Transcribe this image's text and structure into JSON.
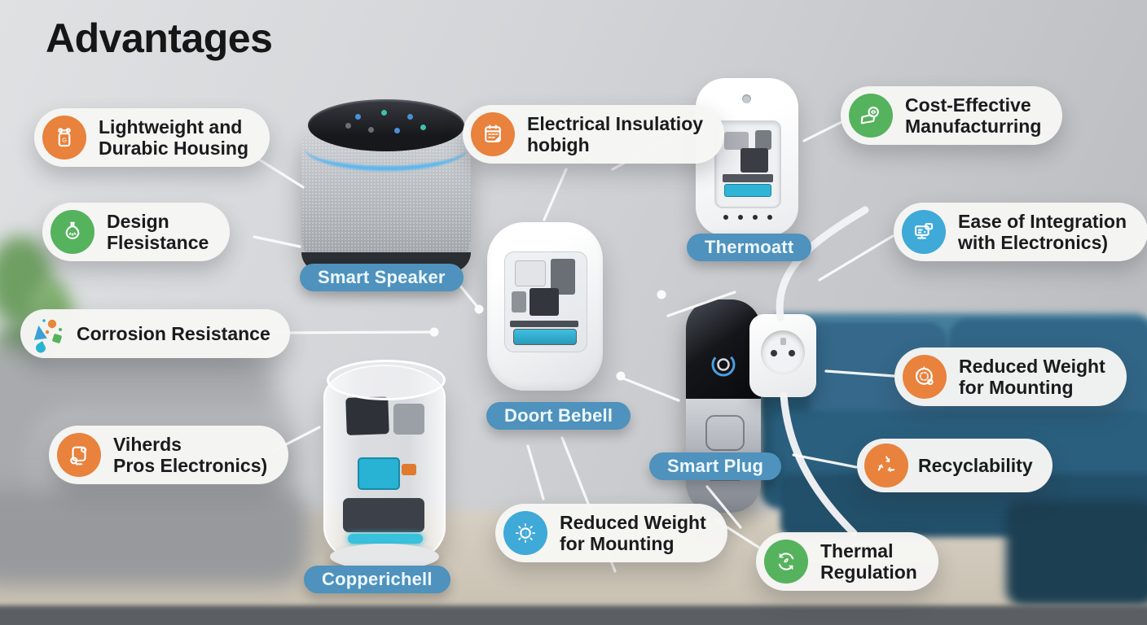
{
  "title": "Advantages",
  "colors": {
    "orange": "#E8823C",
    "green": "#55B25D",
    "blue": "#3FA9D8",
    "device_label_blue": "#4E92BD",
    "pill_background": "#F6F6F4",
    "text_dark": "#1A1B1D",
    "connector_white": "#FBFBFB"
  },
  "advantage_labels": [
    {
      "id": "lightweight",
      "line1": "Lightweight and",
      "line2": "Durabic Housing",
      "icon": "weight-icon",
      "color": "#E8823C"
    },
    {
      "id": "design",
      "line1": "Design",
      "line2": "Flesistance",
      "icon": "flask-icon",
      "color": "#55B25D"
    },
    {
      "id": "corrosion",
      "line1": "Corrosion Resistance",
      "icon": "splash-icon",
      "color": "multicolor"
    },
    {
      "id": "viherds",
      "line1": "Viherds",
      "line2": "Pros Electronics)",
      "icon": "circuit-board-icon",
      "color": "#E8823C"
    },
    {
      "id": "insulation",
      "line1": "Electrical Insulatioy",
      "line2": "hobigh",
      "icon": "checklist-icon",
      "color": "#E8823C"
    },
    {
      "id": "cost",
      "line1": "Cost-Effective",
      "line2": "Manufacturring",
      "icon": "coin-hand-icon",
      "color": "#55B25D"
    },
    {
      "id": "integration",
      "line1": "Ease of Integration",
      "line2": "with Electronics)",
      "icon": "monitor-chip-icon",
      "color": "#3FA9D8"
    },
    {
      "id": "reduced-right",
      "line1": "Reduced Weight",
      "line2": "for Mounting",
      "icon": "gauge-icon",
      "color": "#E8823C"
    },
    {
      "id": "recyclability",
      "line1": "Recyclability",
      "icon": "recycle-icon",
      "color": "#E8823C"
    },
    {
      "id": "thermal",
      "line1": "Thermal",
      "line2": "Regulation",
      "icon": "thermal-cycle-icon",
      "color": "#55B25D"
    },
    {
      "id": "reduced-bottom",
      "line1": "Reduced Weight",
      "line2": "for Mounting",
      "icon": "sun-dial-icon",
      "color": "#3FA9D8"
    }
  ],
  "device_labels": {
    "speaker": "Smart Speaker",
    "cylinder": "Copperichell",
    "doorbell": "Doort Bebell",
    "thermostat": "Thermoatt",
    "plug": "Smart Plug"
  }
}
